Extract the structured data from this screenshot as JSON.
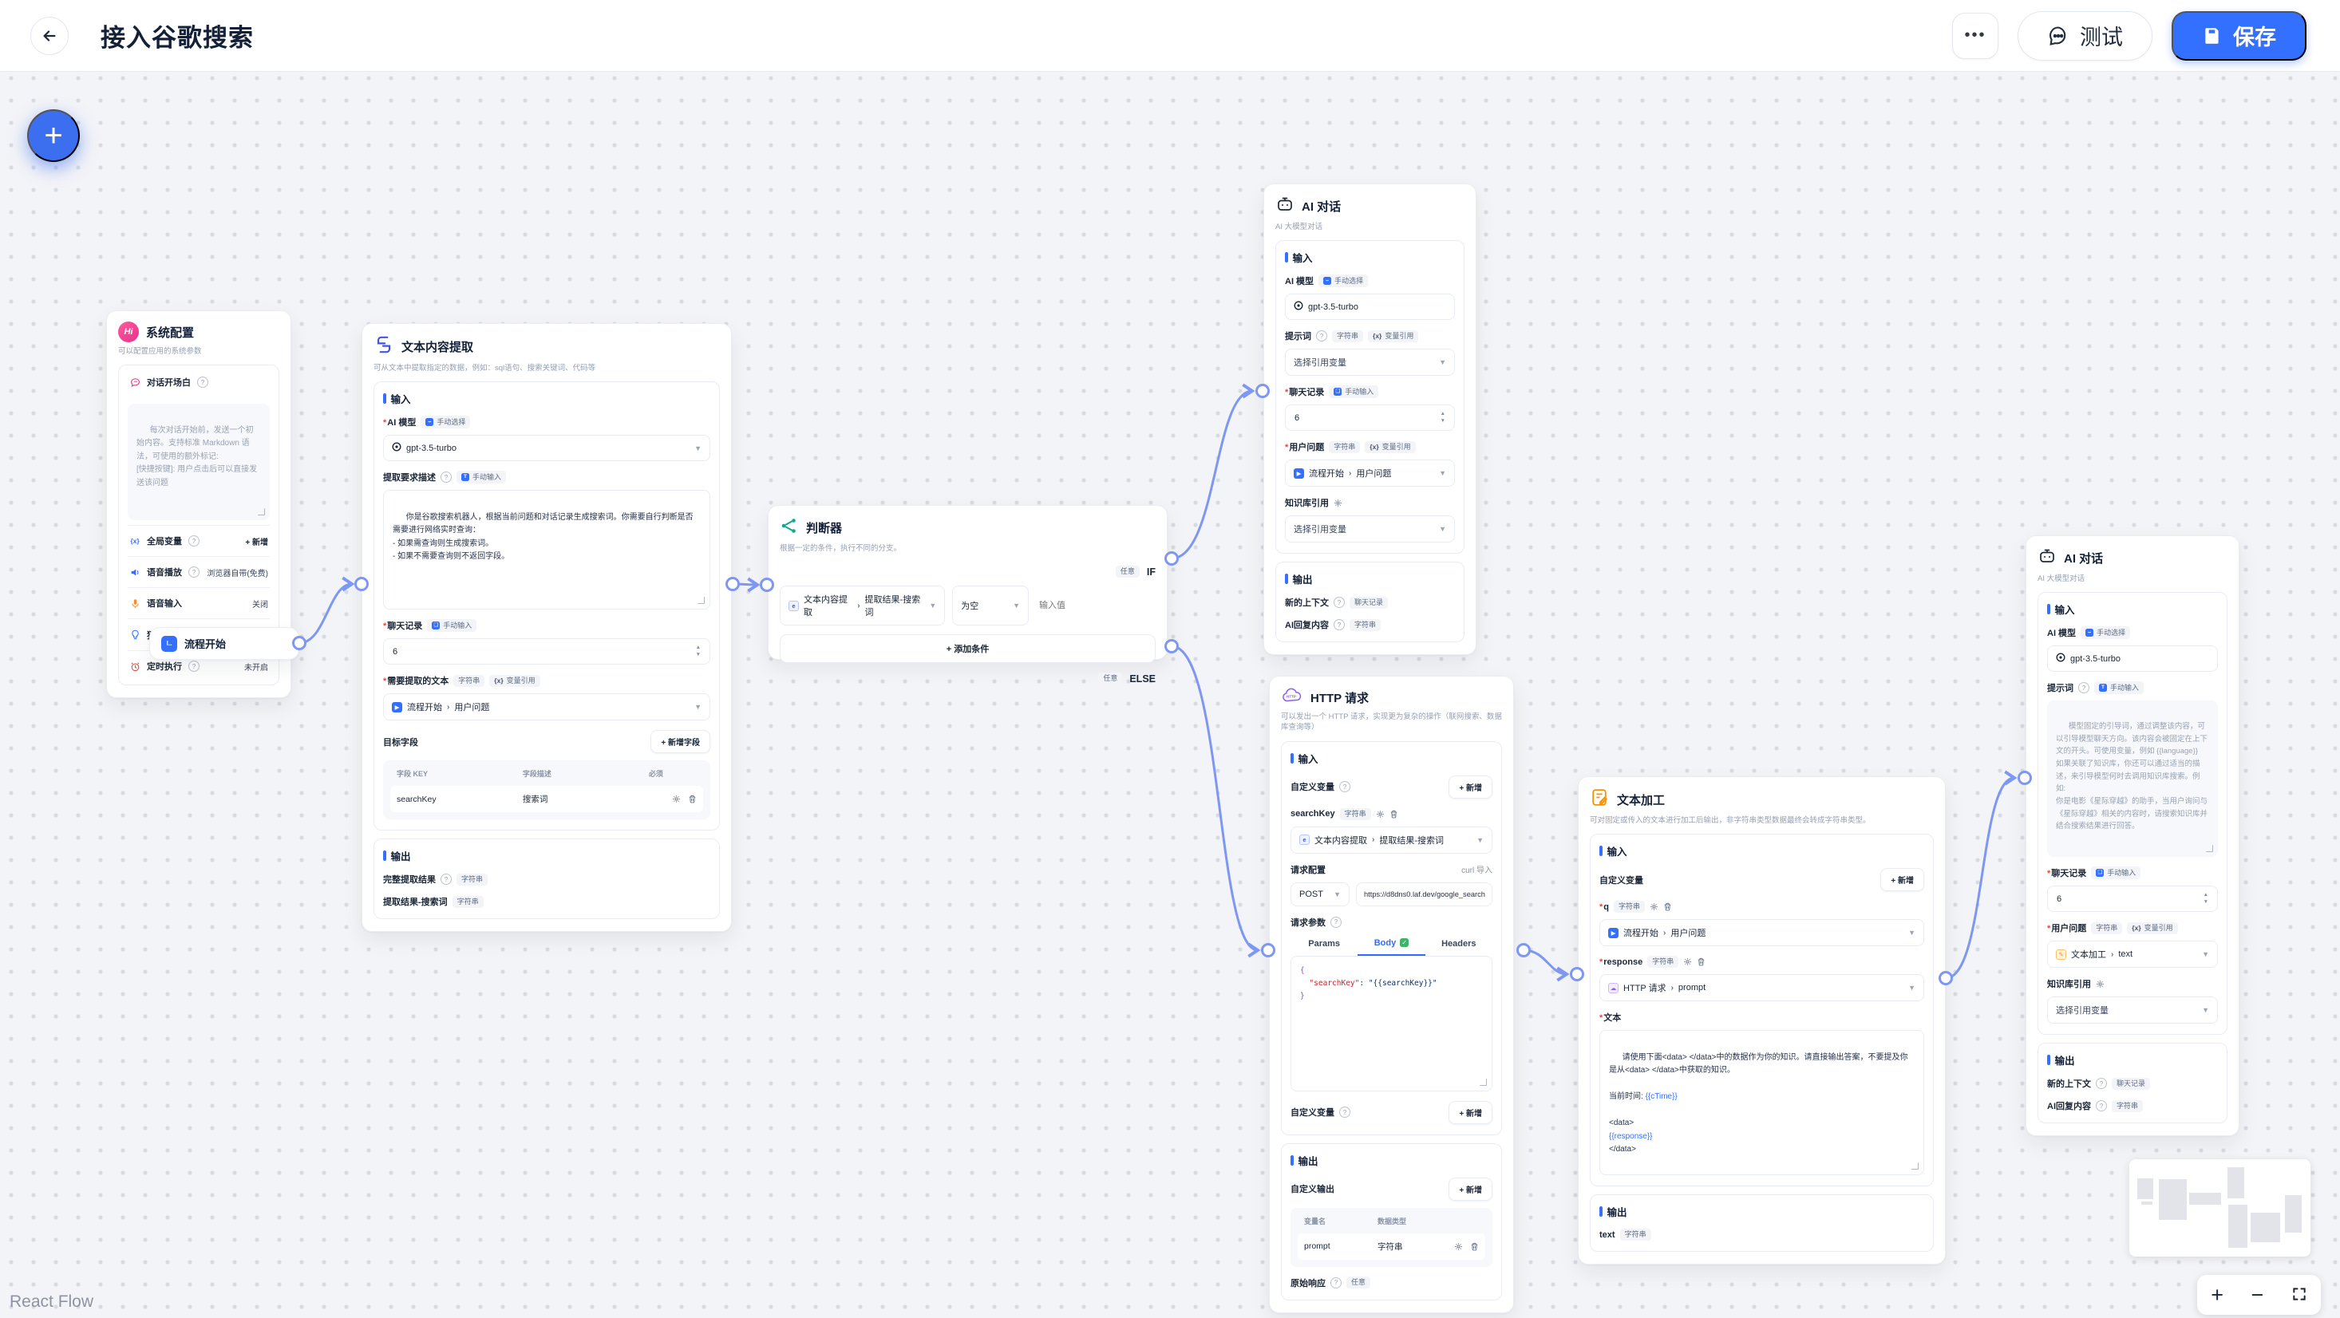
{
  "header": {
    "title": "接入谷歌搜索",
    "more_label": "•••",
    "test_label": "测试",
    "save_label": "保存",
    "accent": "#3370ff"
  },
  "canvas": {
    "attribution": "React Flow"
  },
  "common": {
    "input_section": "输入",
    "output_section": "输出",
    "manual_select": "手动选择",
    "manual_input": "手动输入",
    "string_type": "字符串",
    "var_ref": "变量引用",
    "chat_history_type": "聊天记录",
    "any_type": "任意",
    "select_placeholder": "选择引用变量",
    "add": "+ 新增",
    "model": "gpt-3.5-turbo",
    "rounds": "6",
    "ai_model_label": "AI 模型",
    "prompt_label": "提示词",
    "chat_record": "聊天记录",
    "user_question": "用户问题",
    "kb_label": "知识库引用",
    "new_context": "新的上下文",
    "ai_reply": "AI回复内容",
    "flow_node": "流程开始",
    "flow_field": "用户问题",
    "ref_sep": "›"
  },
  "nodes": {
    "system": {
      "icon_text": "Hi",
      "title": "系统配置",
      "desc": "可以配置应用的系统参数",
      "welcome_label": "对话开场白",
      "welcome_placeholder": "每次对话开始前，发送一个初始内容。支持标准 Markdown 语法，可使用的额外标记:\n[快捷按键]: 用户点击后可以直接发送该问题",
      "rows": [
        {
          "label": "全局变量",
          "value": "+ 新增"
        },
        {
          "label": "语音播放",
          "value": "浏览器自带(免费)"
        },
        {
          "label": "语音输入",
          "value": "关闭"
        },
        {
          "label": "猜你想问",
          "value": ""
        },
        {
          "label": "定时执行",
          "value": "未开启"
        }
      ]
    },
    "flow_start": {
      "title": "流程开始",
      "icon_text": "I.."
    },
    "extract": {
      "title": "文本内容提取",
      "desc": "可从文本中提取指定的数据，例如：sql语句、搜索关键词、代码等",
      "require_label": "提取要求描述",
      "require_value": "你是谷歌搜索机器人，根据当前问题和对话记录生成搜索词。你需要自行判断是否需要进行网络实时查询：\n- 如果需查询则生成搜索词。\n- 如果不需要查询则不返回字段。",
      "source_label": "需要提取的文本",
      "fields_label": "目标字段",
      "add_field": "+ 新增字段",
      "tbl_key": "字段 KEY",
      "tbl_desc": "字段描述",
      "tbl_required": "必须",
      "row_key": "searchKey",
      "row_desc": "搜索词",
      "out_full": "完整提取结果",
      "out_search": "提取结果-搜索词"
    },
    "condition": {
      "title": "判断器",
      "desc": "根据一定的条件，执行不同的分支。",
      "if_label": "IF",
      "else_label": "ELSE",
      "ref_node": "文本内容提取",
      "ref_field": "提取结果-搜索词",
      "op": "为空",
      "value_placeholder": "输入值",
      "add_condition": "+ 添加条件"
    },
    "ai_top": {
      "title": "AI 对话",
      "desc": "AI 大模型对话"
    },
    "http": {
      "title": "HTTP 请求",
      "desc": "可以发出一个 HTTP 请求，实现更为复杂的操作（联网搜索、数据库查询等）",
      "custom_var": "自定义变量",
      "var_name": "searchKey",
      "ref_node": "文本内容提取",
      "ref_field": "提取结果-搜索词",
      "req_cfg": "请求配置",
      "curl": "curl 导入",
      "method": "POST",
      "url": "https://d8dns0.laf.dev/google_search",
      "req_params": "请求参数",
      "tab_params": "Params",
      "tab_body": "Body",
      "tab_headers": "Headers",
      "body_open": "{",
      "body_key": "\"searchKey\"",
      "body_sep": ": ",
      "body_value": "\"{{searchKey}}\"",
      "body_close": "}",
      "custom_out": "自定义输出",
      "col_var": "变量名",
      "col_type": "数据类型",
      "out_row_name": "prompt",
      "out_row_type": "字符串",
      "raw_label": "原始响应"
    },
    "text_proc": {
      "title": "文本加工",
      "desc": "可对固定或传入的文本进行加工后输出，非字符串类型数据最终会转成字符串类型。",
      "custom_var": "自定义变量",
      "v1": "q",
      "v2": "response",
      "v2_ref_node": "HTTP 请求",
      "v2_ref_field": "prompt",
      "text_label": "文本",
      "t1": "请使用下面<data> </data>中的数据作为你的知识。请直接输出答案，不要提及你是从<data> </data>中获取的知识。\n\n当前时间: ",
      "t_time": "{{cTime}}",
      "t2": "\n\n<data>\n",
      "t_resp": "{{response}}",
      "t3": "\n</data>",
      "out_name": "text"
    },
    "ai_right": {
      "title": "AI 对话",
      "desc": "AI 大模型对话",
      "prompt_placeholder": "模型固定的引导词，通过调整该内容，可以引导模型聊天方向。该内容会被固定在上下文的开头。可使用变量，例如 {{language}}\n如果关联了知识库，你还可以通过适当的描述，来引导模型何时去调用知识库搜索。例如:\n你是电影《星际穿越》的助手，当用户询问与《星际穿越》相关的内容时，请搜索知识库并结合搜索结果进行回答。",
      "q_ref_node": "文本加工",
      "q_ref_field": "text"
    }
  },
  "controls": {
    "zoom_in": "+",
    "zoom_out": "−"
  }
}
